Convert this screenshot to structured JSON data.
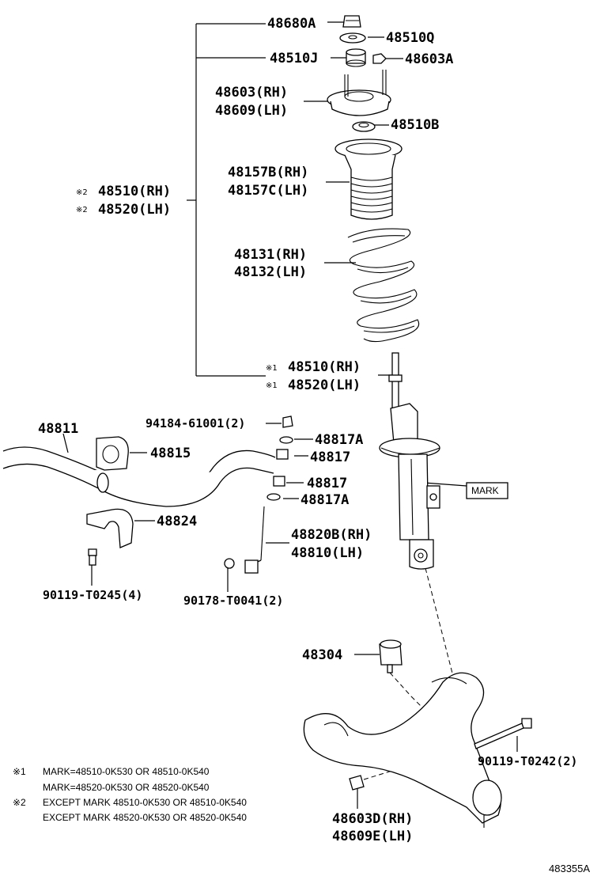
{
  "labels": {
    "p48680A": "48680A",
    "p48510Q": "48510Q",
    "p48510J": "48510J",
    "p48603A": "48603A",
    "p48603": "48603(RH)",
    "p48609": "48609(LH)",
    "p48510B": "48510B",
    "p48157B": "48157B(RH)",
    "p48157C": "48157C(LH)",
    "p48510_rh_2": "48510(RH)",
    "p48520_lh_2": "48520(LH)",
    "p48131": "48131(RH)",
    "p48132": "48132(LH)",
    "p48510_rh_1": "48510(RH)",
    "p48520_lh_1": "48520(LH)",
    "p94184": "94184-61001(2)",
    "p48811": "48811",
    "p48817A_top": "48817A",
    "p48815": "48815",
    "p48817_top": "48817",
    "p48817_bot": "48817",
    "p48817A_bot": "48817A",
    "p48824": "48824",
    "p48820B": "48820B(RH)",
    "p48810": "48810(LH)",
    "p90119_4": "90119-T0245(4)",
    "p90178": "90178-T0041(2)",
    "p48304": "48304",
    "p90119_2": "90119-T0242(2)",
    "p48603D": "48603D(RH)",
    "p48609E": "48609E(LH)"
  },
  "marks": {
    "m1": "※1",
    "m2": "※2"
  },
  "mark_box": "MARK",
  "notes": {
    "n1_mark": "※1",
    "n1_line1": "MARK=48510-0K530 OR 48510-0K540",
    "n1_line2": "MARK=48520-0K530 OR 48520-0K540",
    "n2_mark": "※2",
    "n2_line1": "EXCEPT MARK 48510-0K530 OR 48510-0K540",
    "n2_line2": "EXCEPT MARK 48520-0K530 OR 48520-0K540"
  },
  "reference": "483355A"
}
